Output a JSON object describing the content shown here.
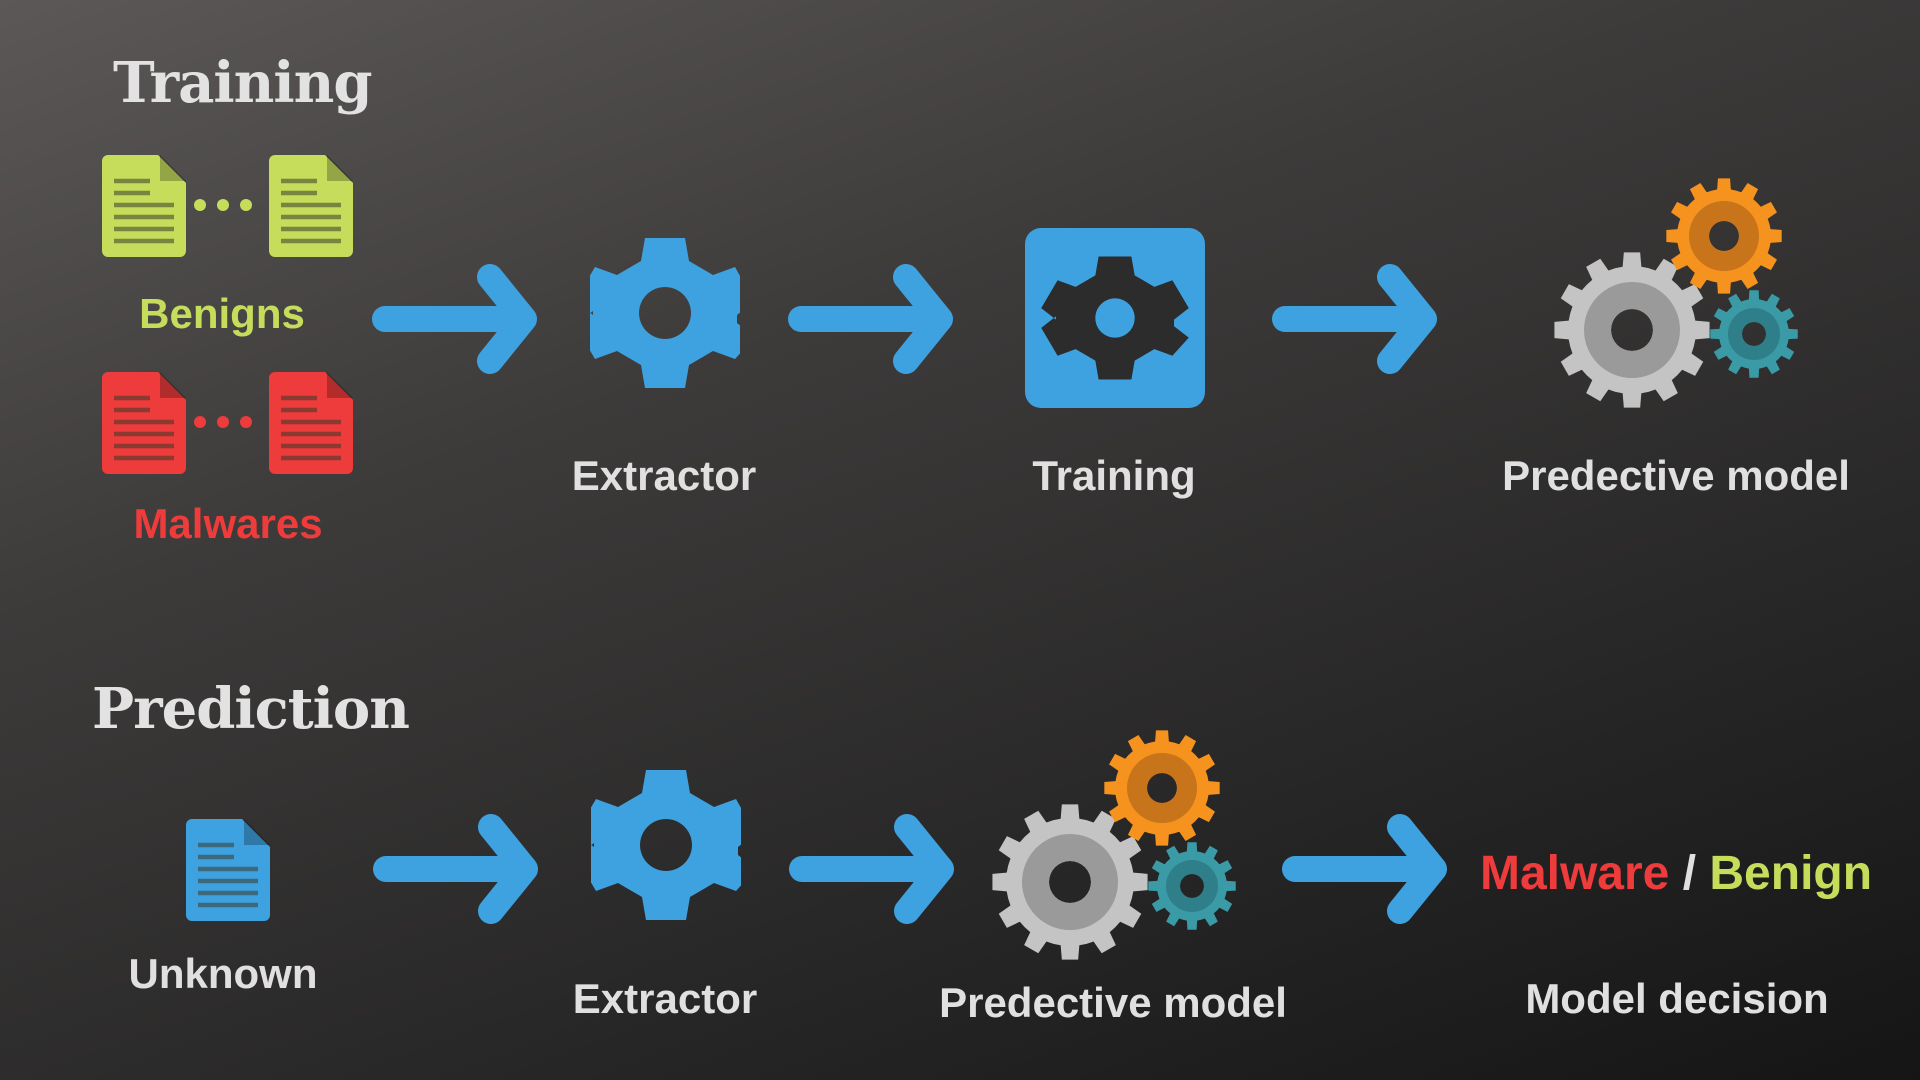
{
  "sections": {
    "training": {
      "heading": "Training",
      "benign_label": "Benigns",
      "malware_label": "Malwares",
      "extractor_label": "Extractor",
      "training_label": "Training",
      "model_label": "Predective model"
    },
    "prediction": {
      "heading": "Prediction",
      "unknown_label": "Unknown",
      "extractor_label": "Extractor",
      "model_label": "Predective model",
      "decision_malware": "Malware",
      "decision_sep": " / ",
      "decision_benign": "Benign",
      "decision_label": "Model decision"
    }
  },
  "colors": {
    "blue": "#3fa2e0",
    "green": "#c5dd5b",
    "red": "#ee3b3b",
    "orange": "#f5931e",
    "gray_gear": "#c4c4c4",
    "teal_gear": "#3a9aa5",
    "text": "#e0e0e0"
  },
  "icons": [
    "document-icon",
    "gear-icon",
    "training-box-icon",
    "gears-cluster-icon",
    "arrow-right-icon"
  ]
}
